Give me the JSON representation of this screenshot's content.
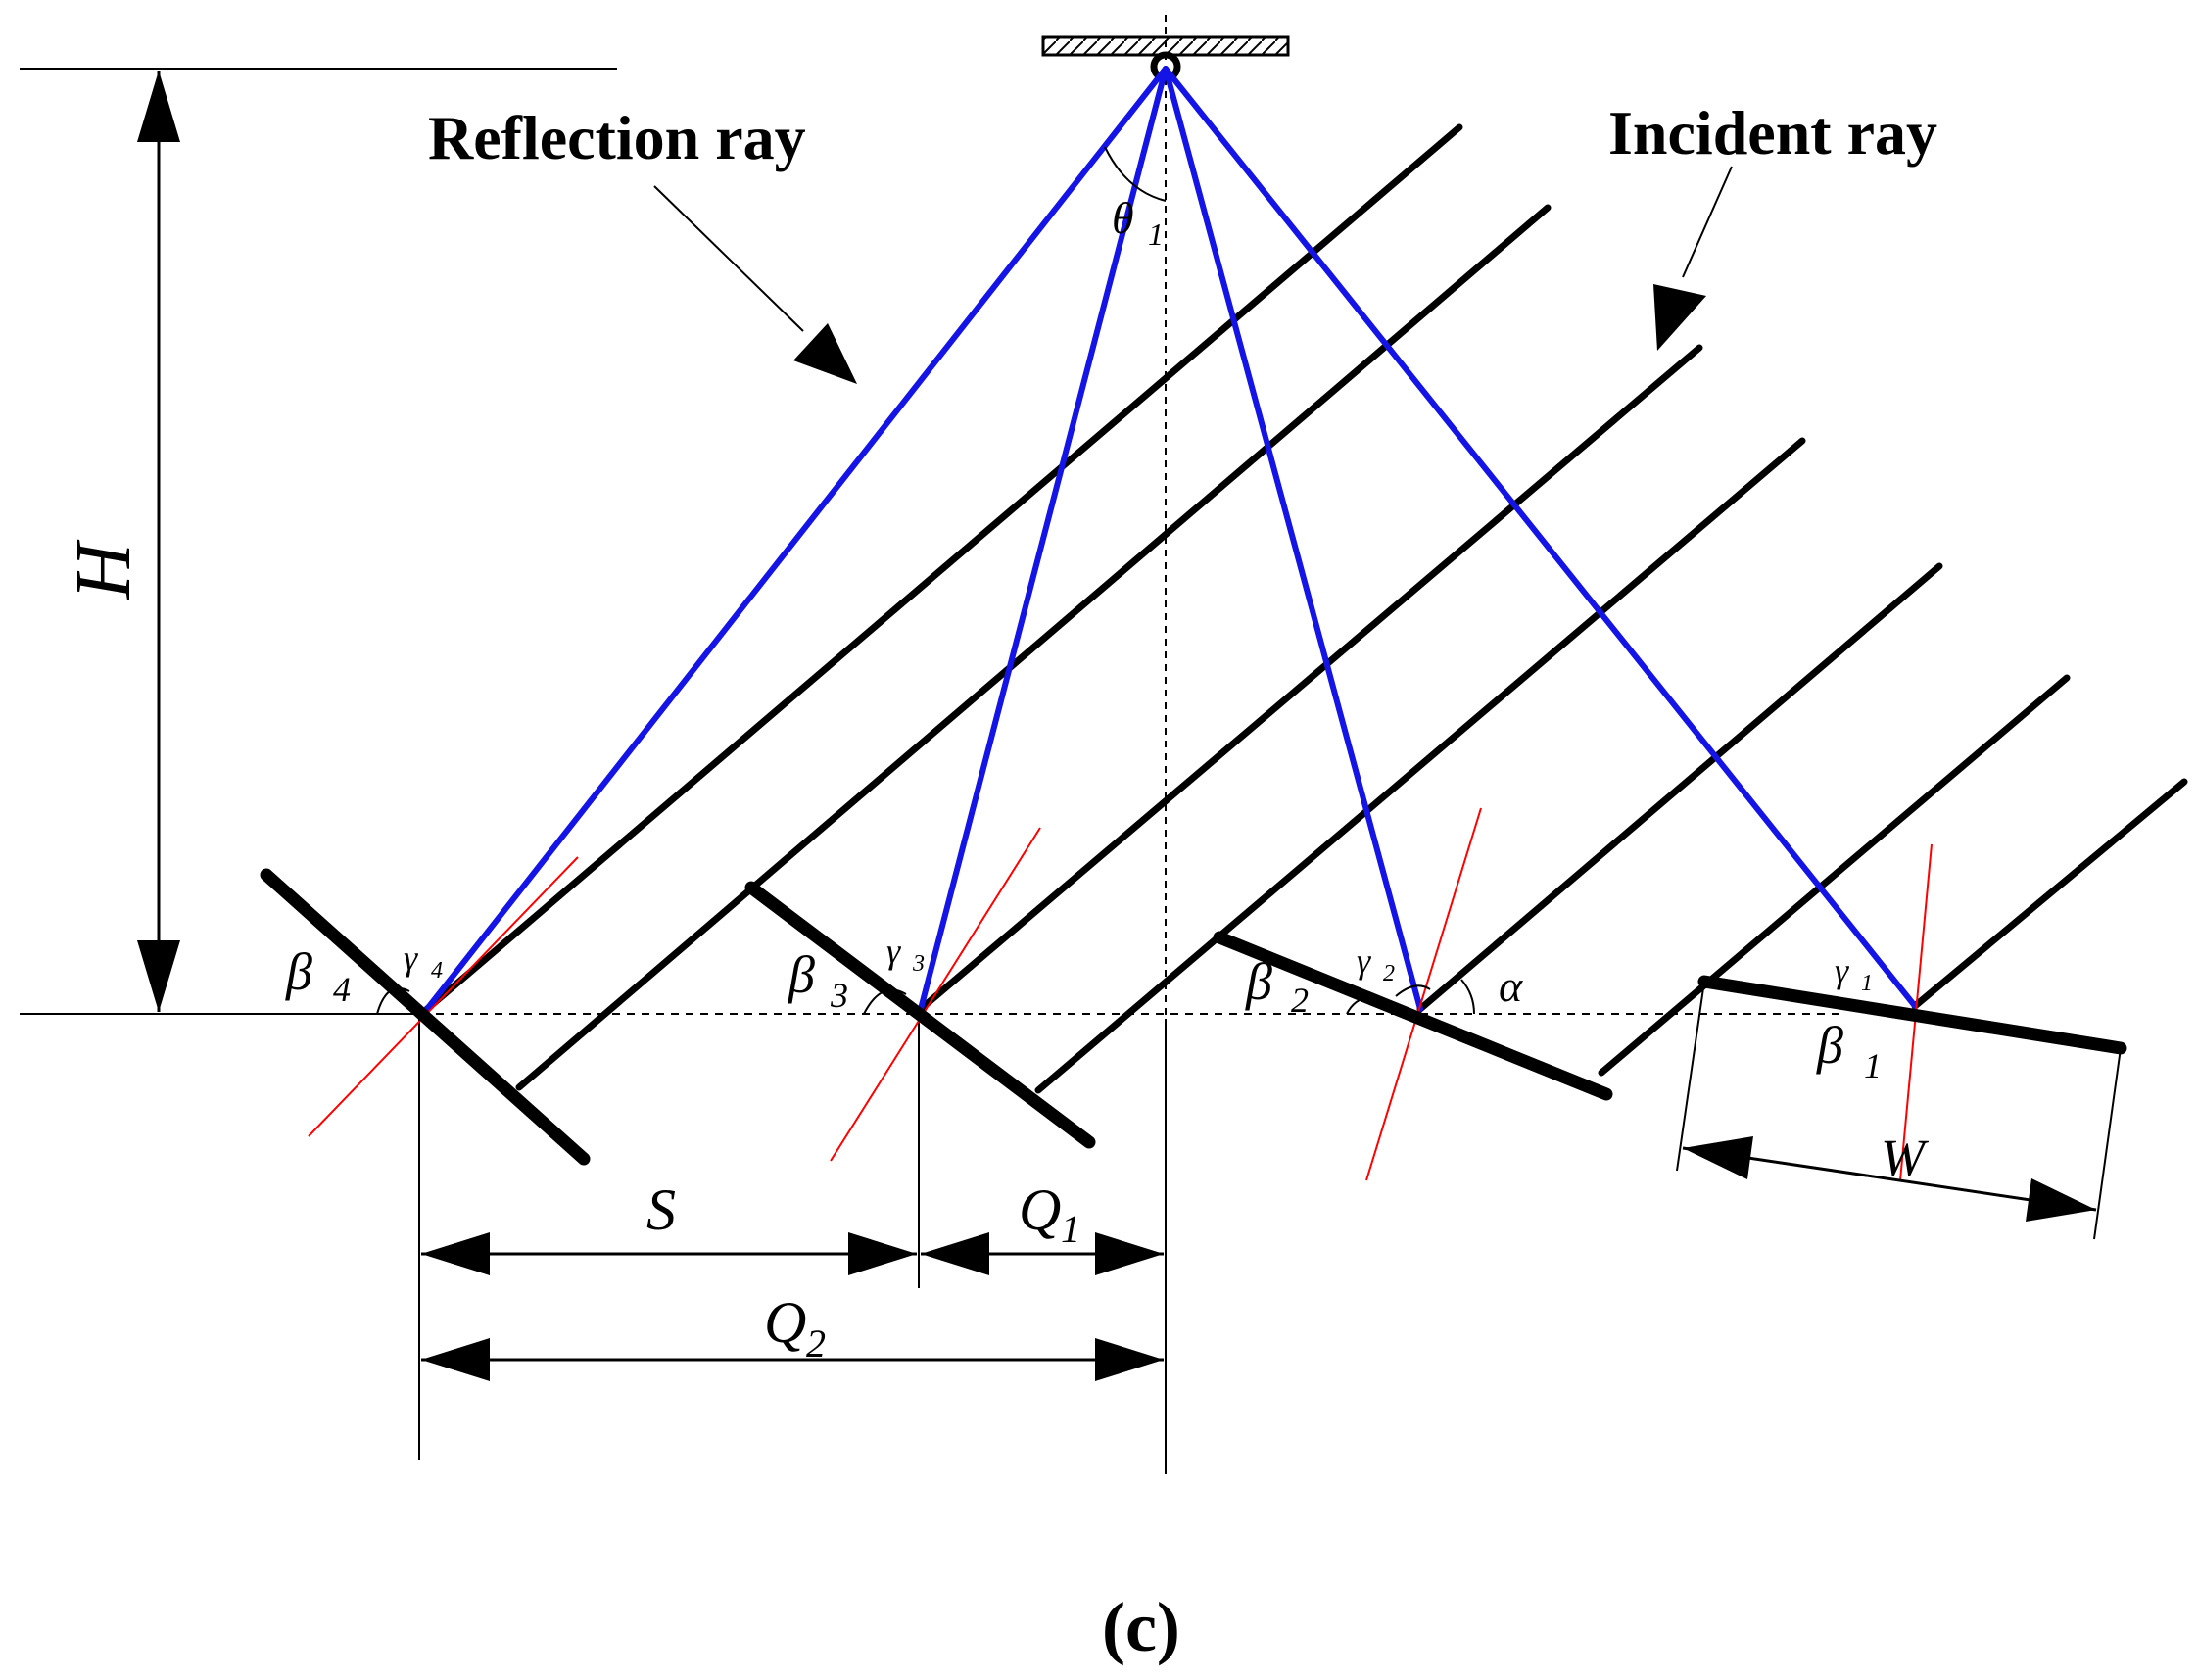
{
  "labels": {
    "reflection_ray": "Reflection ray",
    "incident_ray": "Incident ray",
    "height": "H",
    "spacing": "S",
    "q1": "Q",
    "q1_sub": "1",
    "q2": "Q",
    "q2_sub": "2",
    "width": "W",
    "alpha": "α",
    "theta": "θ",
    "theta_sub": "1",
    "beta": "β",
    "gamma": "γ",
    "sub_1": "1",
    "sub_2": "2",
    "sub_3": "3",
    "sub_4": "4",
    "panel": "(c)"
  },
  "colors": {
    "reflection": "#1414e6",
    "incident": "#000000",
    "normal": "#ff0000",
    "mirror": "#000000"
  }
}
